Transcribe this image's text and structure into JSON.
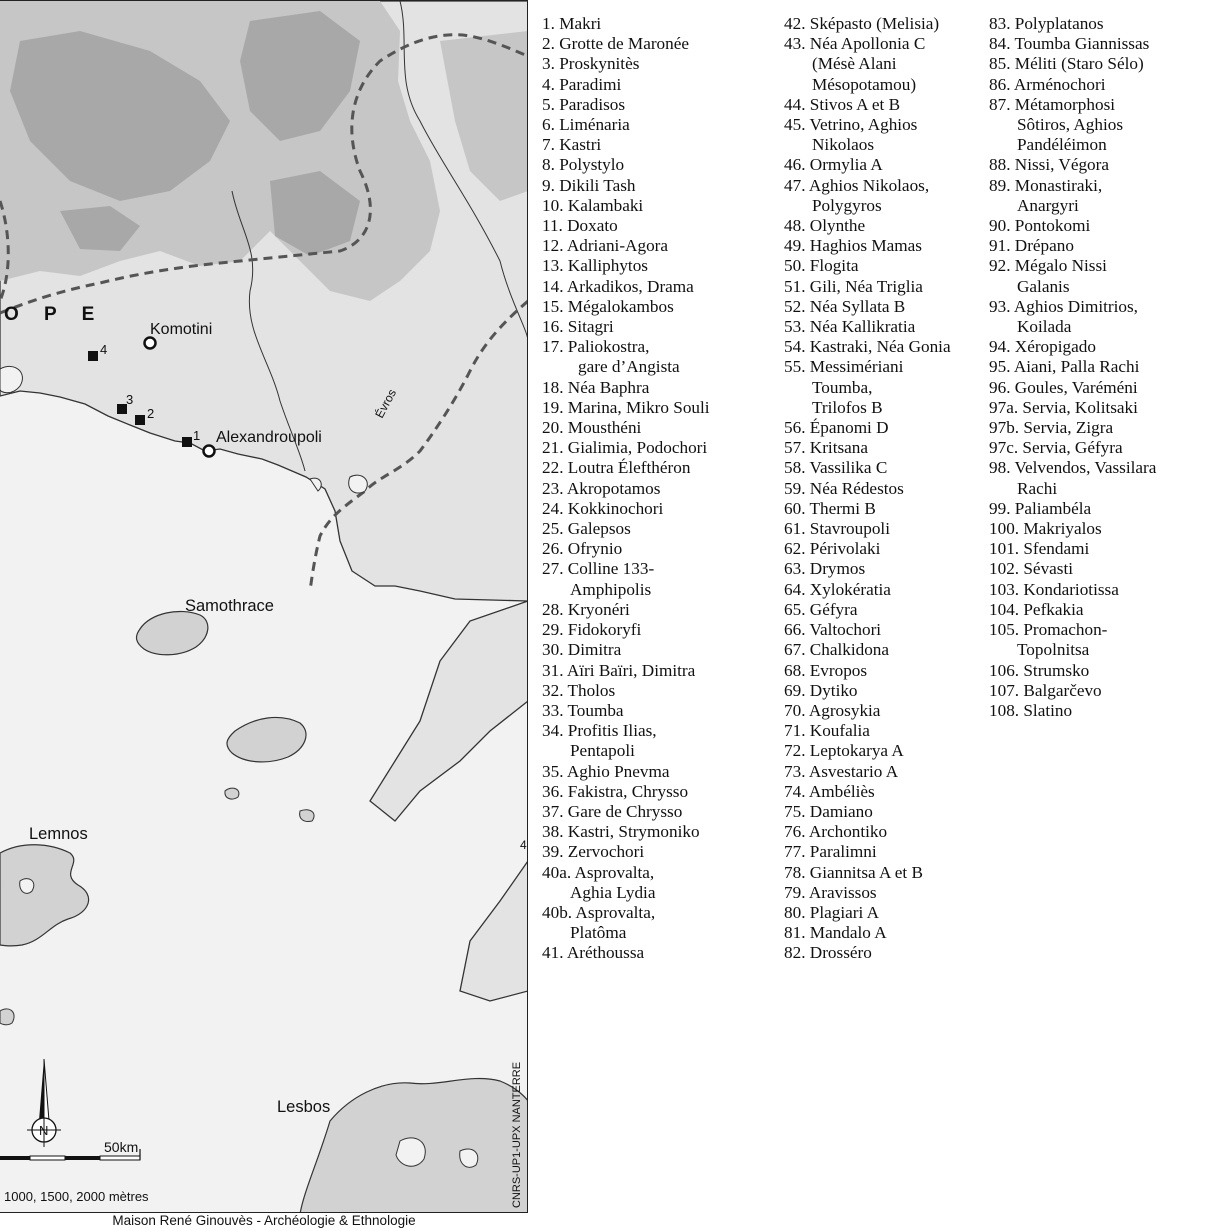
{
  "map": {
    "labels": {
      "komotini": "Komotini",
      "alexandroupoli": "Alexandroupoli",
      "evros": "Évros",
      "region_fragment": "O P E",
      "samothrace": "Samothrace",
      "lemnos": "Lemnos",
      "lesbos": "Lesbos"
    },
    "site_numbers": [
      "1",
      "2",
      "3",
      "4"
    ],
    "scale_label": "50km",
    "altitude_caption": "1000, 1500, 2000 mètres",
    "side_credit": "CNRS-UP1-UPX NANTERRE",
    "north_letter": "N",
    "edge_fragment": "4"
  },
  "credit": "Maison René Ginouvès - Archéologie & Ethnologie",
  "sites": {
    "col1": [
      "1. Makri",
      "2. Grotte de Maronée",
      "3. Proskynitès",
      "4. Paradimi",
      "5. Paradisos",
      "6. Liménaria",
      "7. Kastri",
      "8. Polystylo",
      "9. Dikili Tash",
      "10. Kalambaki",
      "11. Doxato",
      "12. Adriani-Agora",
      "13. Kalliphytos",
      "14. Arkadikos, Drama",
      "15. Mégalokambos",
      "16. Sitagri",
      "17. Paliokostra,",
      "gare d’Angista",
      "18. Néa Baphra",
      "19. Marina, Mikro Souli",
      "20. Mousthéni",
      "21. Gialimia, Podochori",
      "22. Loutra Élefthéron",
      "23. Akropotamos",
      "24. Kokkinochori",
      "25. Galepsos",
      "26. Ofrynio",
      "27. Colline 133-",
      "Amphipolis",
      "28. Kryonéri",
      "29. Fidokoryfi",
      "30. Dimitra",
      "31. Aïri Baïri, Dimitra",
      "32. Tholos",
      "33. Toumba",
      "34. Profitis Ilias,",
      "Pentapoli",
      "35. Aghio Pnevma",
      "36. Fakistra, Chrysso",
      "37. Gare de Chrysso",
      "38. Kastri, Strymoniko",
      "39. Zervochori",
      "40a. Asprovalta,",
      "Aghia Lydia",
      "40b. Asprovalta,",
      "Platôma",
      "41. Aréthoussa"
    ],
    "col2": [
      "42. Sképasto (Melisia)",
      "43. Néa Apollonia C",
      "(Mésè Alani",
      "Mésopotamou)",
      "44. Stivos A et B",
      "45. Vetrino, Aghios",
      "Nikolaos",
      "46. Ormylia A",
      "47. Aghios Nikolaos,",
      "Polygyros",
      "48. Olynthe",
      "49. Haghios Mamas",
      "50. Flogita",
      "51. Gili, Néa Triglia",
      "52. Néa Syllata B",
      "53. Néa Kallikratia",
      "54. Kastraki, Néa Gonia",
      "55. Messimériani",
      "Toumba,",
      "Trilofos B",
      "56. Épanomi D",
      "57. Kritsana",
      "58. Vassilika C",
      "59. Néa Rédestos",
      "60. Thermi B",
      "61. Stavroupoli",
      "62. Périvolaki",
      "63. Drymos",
      "64. Xylokératia",
      "65. Géfyra",
      "66. Valtochori",
      "67. Chalkidona",
      "68. Evropos",
      "69. Dytiko",
      "70. Agrosykia",
      "71. Koufalia",
      "72. Leptokarya A",
      "73. Asvestario A",
      "74. Ambéliès",
      "75. Damiano",
      "76. Archontiko",
      "77. Paralimni",
      "78. Giannitsa A et B",
      "79. Aravissos",
      "80. Plagiari A",
      "81. Mandalo A",
      "82. Drosséro"
    ],
    "col3": [
      "83. Polyplatanos",
      "84. Toumba Giannissas",
      "85. Méliti (Staro Sélo)",
      "86. Arménochori",
      "87. Métamorphosi",
      "Sôtiros, Aghios",
      "Pandéléimon",
      "88. Nissi, Végora",
      "89. Monastiraki,",
      "Anargyri",
      "90. Pontokomi",
      "91. Drépano",
      "92. Mégalo Nissi",
      "Galanis",
      "93. Aghios Dimitrios,",
      "Koilada",
      "94. Xéropigado",
      "95. Aiani, Palla Rachi",
      "96. Goules, Varéméni",
      "97a. Servia, Kolitsaki",
      "97b. Servia, Zigra",
      "97c. Servia, Géfyra",
      "98. Velvendos, Vassilara",
      "Rachi",
      "99. Paliambéla",
      "100. Makriyalos",
      "101. Sfendami",
      "102. Sévasti",
      "103. Kondariotissa",
      "104. Pefkakia",
      "105. Promachon-",
      "Topolnitsa",
      "106. Strumsko",
      "107. Balgarčevo",
      "108. Slatino"
    ]
  },
  "continuation_lines": {
    "col1": [
      "gare d’Angista",
      "Amphipolis",
      "Pentapoli",
      "Aghia Lydia",
      "Platôma"
    ],
    "col2": [
      "(Mésè Alani",
      "Mésopotamou)",
      "Nikolaos",
      "Polygyros",
      "Toumba,",
      "Trilofos B"
    ],
    "col3": [
      "Sôtiros, Aghios",
      "Pandéléimon",
      "Anargyri",
      "Galanis",
      "Koilada",
      "Rachi",
      "Topolnitsa"
    ]
  },
  "colors": {
    "sea": "#f2f2f2",
    "lowland": "#e3e3e3",
    "hill": "#c6c6c6",
    "mountain": "#a8a8a8",
    "coastline": "#333333",
    "border": "#555555"
  }
}
